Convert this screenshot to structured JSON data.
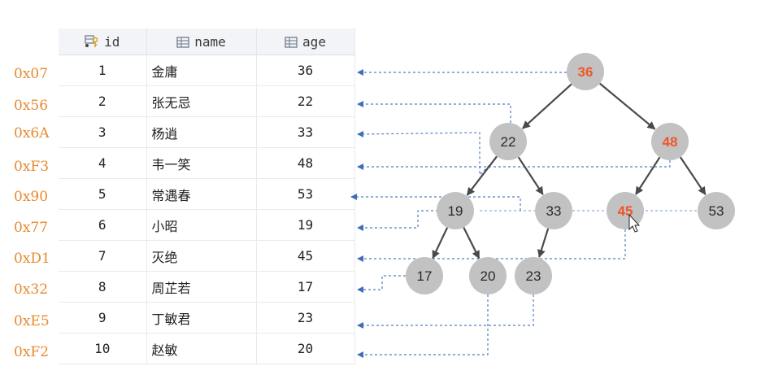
{
  "columns": [
    {
      "label": "id",
      "icon": "key-column-icon"
    },
    {
      "label": "name",
      "icon": "column-icon"
    },
    {
      "label": "age",
      "icon": "column-icon"
    }
  ],
  "rows": [
    {
      "address": "0x07",
      "id": "1",
      "name": "金庸",
      "age": "36"
    },
    {
      "address": "0x56",
      "id": "2",
      "name": "张无忌",
      "age": "22"
    },
    {
      "address": "0x6A",
      "id": "3",
      "name": "杨逍",
      "age": "33"
    },
    {
      "address": "0xF3",
      "id": "4",
      "name": "韦一笑",
      "age": "48"
    },
    {
      "address": "0x90",
      "id": "5",
      "name": "常遇春",
      "age": "53"
    },
    {
      "address": "0x77",
      "id": "6",
      "name": "小昭",
      "age": "19"
    },
    {
      "address": "0xD1",
      "id": "7",
      "name": "灭绝",
      "age": "45"
    },
    {
      "address": "0x32",
      "id": "8",
      "name": "周芷若",
      "age": "17"
    },
    {
      "address": "0xE5",
      "id": "9",
      "name": "丁敏君",
      "age": "23"
    },
    {
      "address": "0xF2",
      "id": "10",
      "name": "赵敏",
      "age": "20"
    }
  ],
  "tree": {
    "nodes": [
      {
        "key": "36",
        "highlight": true
      },
      {
        "key": "22",
        "highlight": false
      },
      {
        "key": "48",
        "highlight": true
      },
      {
        "key": "19",
        "highlight": false
      },
      {
        "key": "33",
        "highlight": false
      },
      {
        "key": "45",
        "highlight": true
      },
      {
        "key": "53",
        "highlight": false
      },
      {
        "key": "17",
        "highlight": false
      },
      {
        "key": "20",
        "highlight": false
      },
      {
        "key": "23",
        "highlight": false
      }
    ],
    "edges": [
      [
        "36",
        "22"
      ],
      [
        "36",
        "48"
      ],
      [
        "22",
        "19"
      ],
      [
        "22",
        "33"
      ],
      [
        "48",
        "45"
      ],
      [
        "48",
        "53"
      ],
      [
        "19",
        "17"
      ],
      [
        "19",
        "20"
      ],
      [
        "33",
        "23"
      ]
    ]
  },
  "colors": {
    "address": "#e8892e",
    "node_fill": "#c2c2c2",
    "highlight_text": "#f0562a",
    "edge": "#4a4a4a",
    "pointer": "#4f7fbf"
  }
}
